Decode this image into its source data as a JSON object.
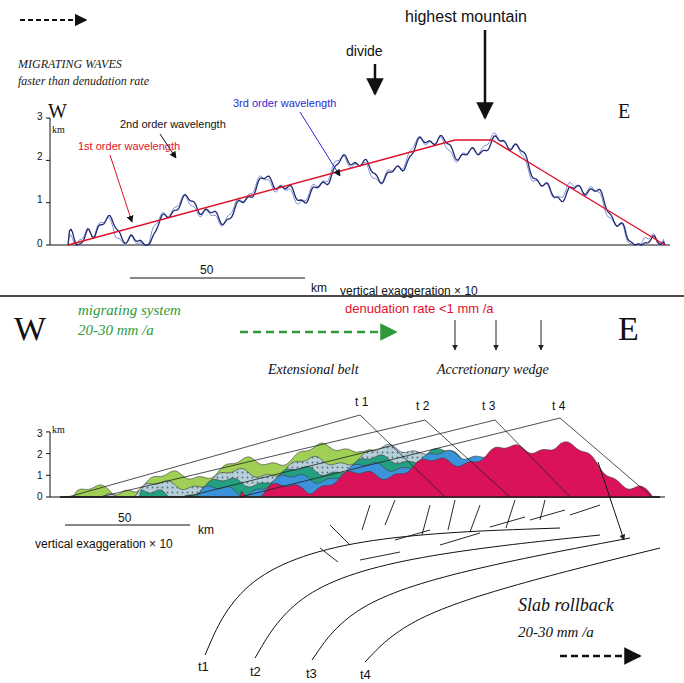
{
  "diagram": {
    "labels": [
      "MIGRATING WAVES",
      "faster than denudation rate",
      "highest mountain",
      "divide",
      "W",
      "E",
      "km",
      "3",
      "2",
      "1",
      "0",
      "2nd order wavelength",
      "3rd order wavelength",
      "1st order wavelength",
      "50",
      "km",
      "vertical exaggeration × 10",
      "W",
      "migrating system",
      "20-30 mm /a",
      "denudation rate <1 mm /a",
      "E",
      "Extensional belt",
      "Accretionary wedge",
      "t 1",
      "t 2",
      "t 3",
      "t 4",
      "km",
      "3",
      "2",
      "1",
      "0",
      "50",
      "km",
      "vertical exaggeration × 10",
      "Slab rollback",
      "20-30 mm /a",
      "t1",
      "t2",
      "t3",
      "t4"
    ]
  }
}
